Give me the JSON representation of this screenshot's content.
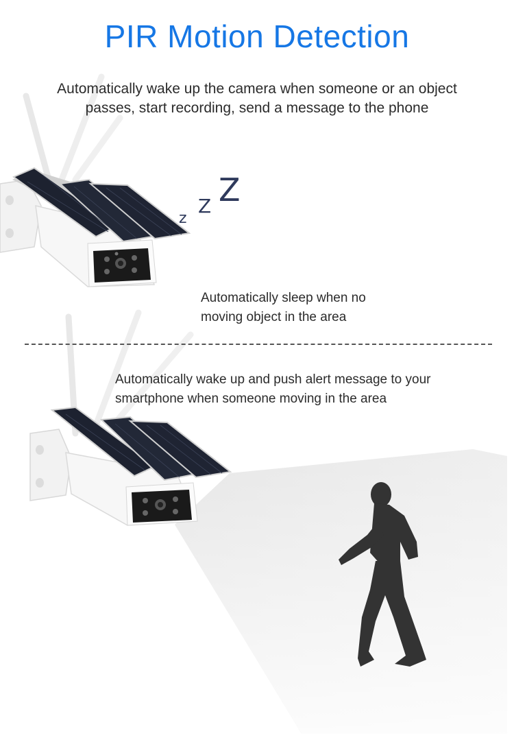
{
  "title": "PIR Motion Detection",
  "colors": {
    "title": "#1677e5",
    "beam": "#d8d8d8",
    "silhouette": "#333333",
    "zzz": "#2f3a5c"
  },
  "intro": {
    "line1": "Automatically wake up the camera when someone or an object",
    "line2": "passes, start recording, send a message to the phone"
  },
  "sleep": {
    "line1": "Automatically sleep when no",
    "line2": "moving object in the area",
    "zzz": [
      "z",
      "Z",
      "Z"
    ]
  },
  "wake": {
    "line1": "Automatically wake up and push alert message to your",
    "line2": "smartphone when someone moving in the area"
  }
}
